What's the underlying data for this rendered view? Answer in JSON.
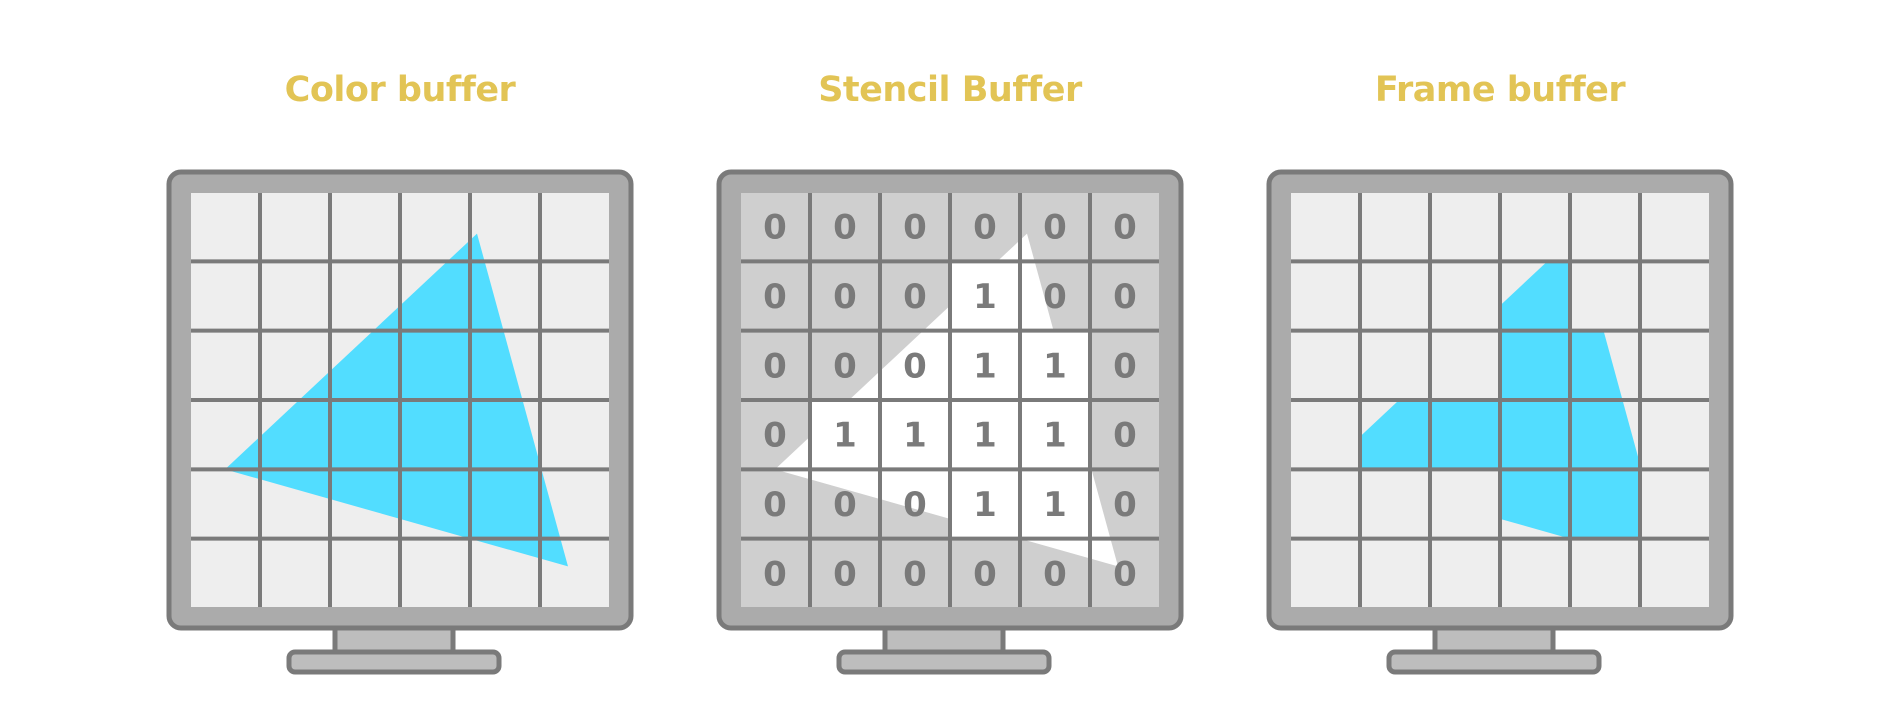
{
  "colors": {
    "title": "#E2C455",
    "bezel": "#ABABAB",
    "outline": "#7A7A7A",
    "screen": "#EEEEEE",
    "grid": "#7A7A7A",
    "cyan": "#52DDFF",
    "stencil_zero_bg": "#CFCFCF",
    "stencil_one_bg": "#FFFFFF",
    "digit": "#7A7A7A",
    "stand": "#BDBDBD"
  },
  "panels": [
    {
      "id": "color-buffer",
      "title": "Color buffer",
      "kind": "color",
      "triangle": [
        [
          4.1,
          0.6
        ],
        [
          5.4,
          5.4
        ],
        [
          0.5,
          4.0
        ]
      ]
    },
    {
      "id": "stencil-buffer",
      "title": "Stencil Buffer",
      "kind": "stencil",
      "triangle": [
        [
          4.1,
          0.6
        ],
        [
          5.4,
          5.4
        ],
        [
          0.5,
          4.0
        ]
      ],
      "grid": [
        [
          "0",
          "0",
          "0",
          "0",
          "0",
          "0"
        ],
        [
          "0",
          "0",
          "0",
          "1",
          "0",
          "0"
        ],
        [
          "0",
          "0",
          "0",
          "1",
          "1",
          "0"
        ],
        [
          "0",
          "1",
          "1",
          "1",
          "1",
          "0"
        ],
        [
          "0",
          "0",
          "0",
          "1",
          "1",
          "0"
        ],
        [
          "0",
          "0",
          "0",
          "0",
          "0",
          "0"
        ]
      ]
    },
    {
      "id": "frame-buffer",
      "title": "Frame buffer",
      "kind": "frame",
      "triangle": [
        [
          4.1,
          0.6
        ],
        [
          5.4,
          5.4
        ],
        [
          0.5,
          4.0
        ]
      ],
      "stencil_ref": "stencil-buffer"
    }
  ]
}
